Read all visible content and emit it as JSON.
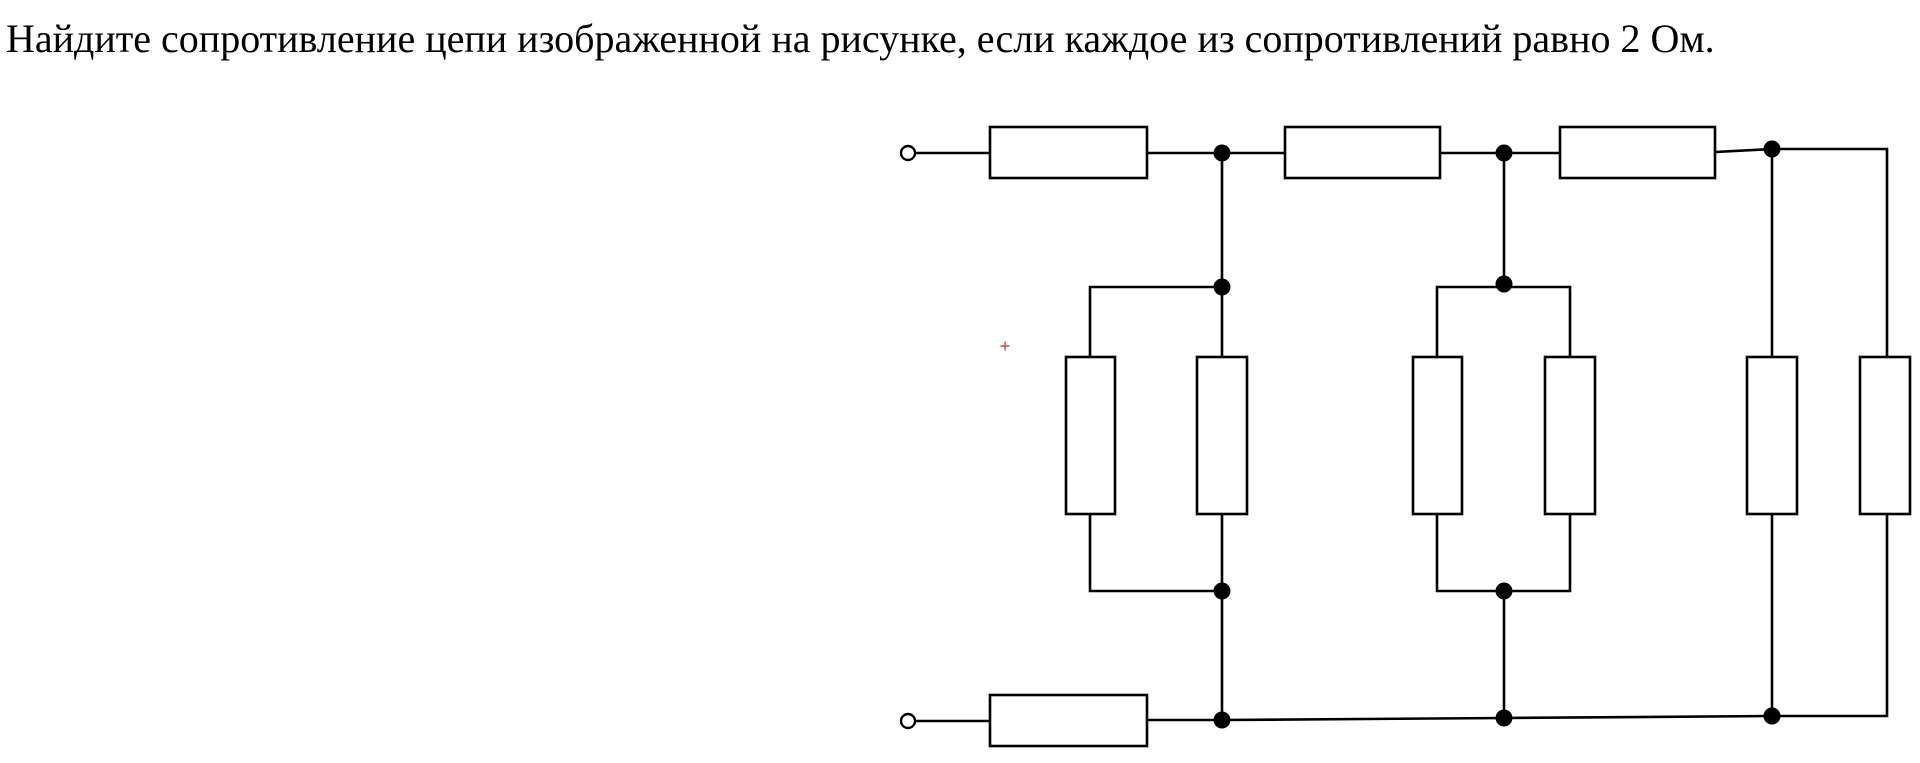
{
  "question": {
    "text": "Найдите сопротивление цепи изображенной на рисунке, если каждое из сопротивлений равно 2 Ом."
  },
  "circuit": {
    "resistor_count": 10,
    "node_count": 12,
    "terminal_count": 2,
    "colors": {
      "wire": "#000000",
      "resistor_fill": "#ffffff",
      "node": "#000000",
      "marker": "#c62828"
    }
  }
}
